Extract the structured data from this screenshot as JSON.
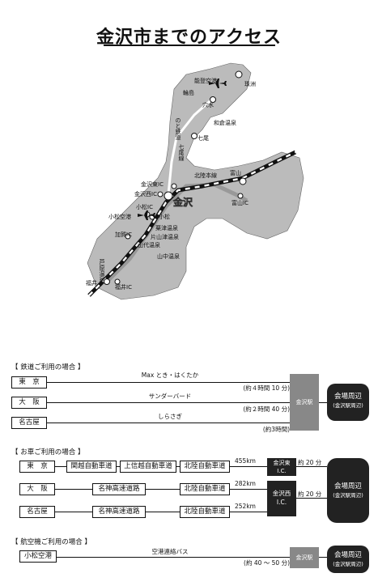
{
  "title": "金沢市までのアクセス",
  "map": {
    "labels": {
      "noto_airport": "能登空港",
      "suzu": "珠洲",
      "wajima": "輪島",
      "anamizu": "穴水",
      "notetsudo": "のと鉄道",
      "wakura": "和倉温泉",
      "nanao": "七尾",
      "nanaosen": "七尾線",
      "hokuriku_line": "北陸本線",
      "toyama": "富山",
      "toyama_ic": "富山IC",
      "kanazawa_higashi_ic": "金沢東IC",
      "kanazawa_nishi_ic": "金沢西IC",
      "kanazawa": "金沢",
      "komatsu_ic": "小松IC",
      "komatsu_airport": "小松空港",
      "komatsu": "小松",
      "awazu": "粟津温泉",
      "katayamazu": "片山津温泉",
      "kaga_ic": "加賀IC",
      "yamashiro": "山代温泉",
      "yamanaka": "山中温泉",
      "ashihara": "芦原温泉",
      "fukui": "福井",
      "fukui_ic": "福井IC"
    }
  },
  "rail": {
    "heading": "【 鉄道ご利用の場合 】",
    "routes": [
      {
        "origin": "東　京",
        "service": "Max とき・はくたか",
        "time": "(約４時間 10 分)"
      },
      {
        "origin": "大　阪",
        "service": "サンダーバード",
        "time": "(約２時間 40 分)"
      },
      {
        "origin": "名古屋",
        "service": "しらさぎ",
        "time": "(約3時間)"
      }
    ],
    "station": "金沢駅",
    "venue_line1": "会場周辺",
    "venue_line2": "(金沢駅周辺)"
  },
  "car": {
    "heading": "【 お車ご利用の場合 】",
    "routes": [
      {
        "origin": "東　京",
        "roads": [
          "関越自動車道",
          "上信越自動車道",
          "北陸自動車道"
        ],
        "distance": "455km"
      },
      {
        "origin": "大　阪",
        "roads": [
          "名神高速道路",
          "北陸自動車道"
        ],
        "distance": "282km"
      },
      {
        "origin": "名古屋",
        "roads": [
          "名神高速道路",
          "北陸自動車道"
        ],
        "distance": "252km"
      }
    ],
    "ic_east_line1": "金沢東",
    "ic_east_line2": "I.C.",
    "ic_west_line1": "金沢西",
    "ic_west_line2": "I.C.",
    "time_east": "約 20 分",
    "time_west": "約 20 分",
    "venue_line1": "会場周辺",
    "venue_line2": "(金沢駅周辺)"
  },
  "air": {
    "heading": "【 航空機ご利用の場合 】",
    "origin": "小松空港",
    "service": "空港連絡バス",
    "time": "(約 40 ～ 50 分)",
    "station": "金沢駅",
    "venue_line1": "会場周辺",
    "venue_line2": "(金沢駅周辺)"
  }
}
